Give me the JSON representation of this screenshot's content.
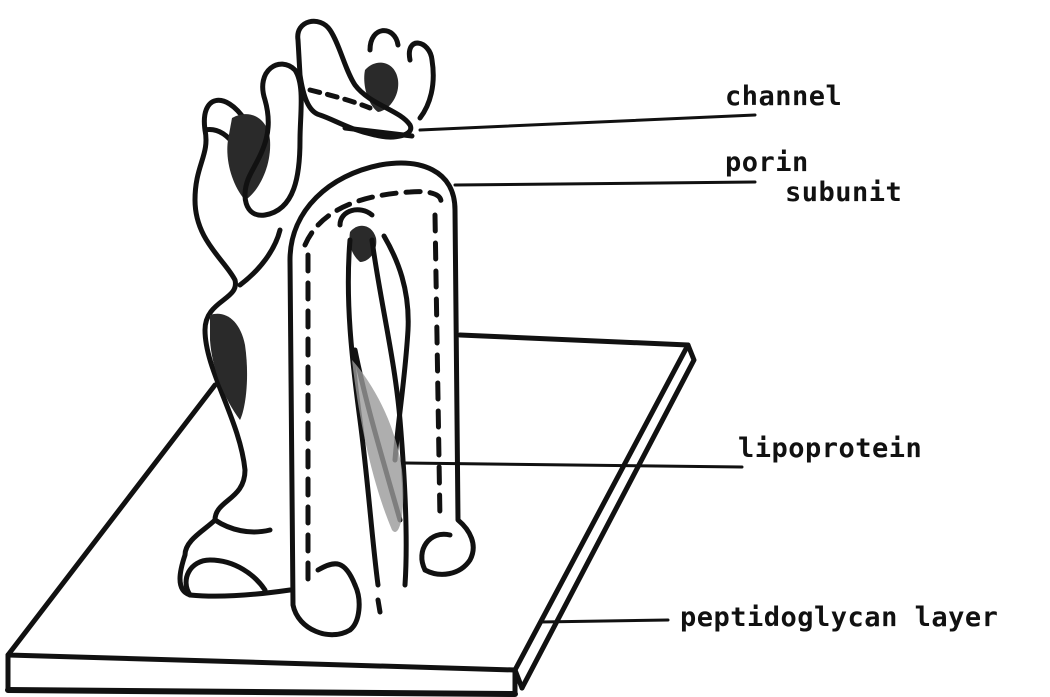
{
  "diagram": {
    "colors": {
      "ink": "#111111",
      "shade": "#2a2a2a",
      "background": "#ffffff"
    },
    "labels": {
      "channel": "channel",
      "porin_line1": "porin",
      "porin_line2": "subunit",
      "lipoprotein": "lipoprotein",
      "peptidoglycan": "peptidoglycan layer"
    }
  }
}
